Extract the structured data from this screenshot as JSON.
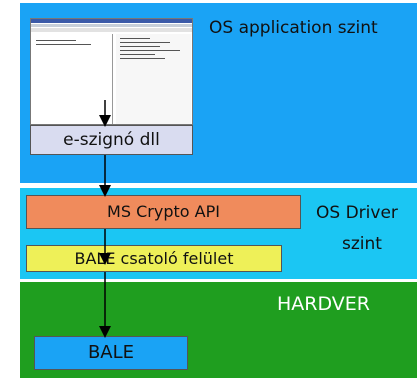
{
  "levels": {
    "application": {
      "title": "OS application szint"
    },
    "driver": {
      "title_line1": "OS Driver",
      "title_line2": "szint"
    },
    "hardware": {
      "title": "HARDVER"
    }
  },
  "components": {
    "dll": "e-szignó dll",
    "crypto_api": "MS Crypto API",
    "bale_interface": "BALE csatoló felület",
    "bale": "BALE"
  },
  "colors": {
    "application_level": "#1aa3f5",
    "driver_level": "#1bc6f3",
    "hardware_level": "#1f9e1f",
    "crypto_api": "#f08b5c",
    "bale_interface": "#eef058",
    "dll": "#d9dcf0",
    "bale": "#1aa3f5"
  }
}
